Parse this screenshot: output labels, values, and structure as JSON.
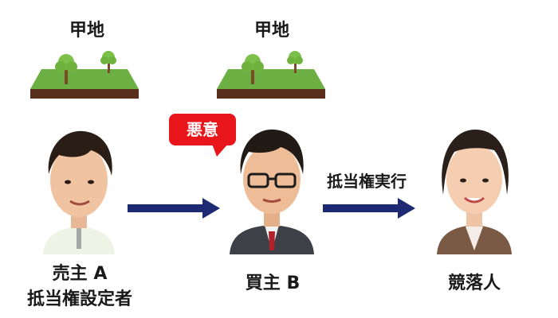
{
  "lands": [
    {
      "label": "甲地"
    },
    {
      "label": "甲地"
    }
  ],
  "bubble": {
    "text": "悪意"
  },
  "arrow_label": {
    "text": "抵当権実行"
  },
  "people": {
    "seller": {
      "line1": "売主 A",
      "line2": "抵当権設定者"
    },
    "buyer": {
      "line1": "買主 B"
    },
    "winner": {
      "line1": "競落人"
    }
  },
  "colors": {
    "arrow": "#1d2a73",
    "bubble": "#e8151b",
    "grass": "#6cb043",
    "soil": "#5a2e1c"
  }
}
